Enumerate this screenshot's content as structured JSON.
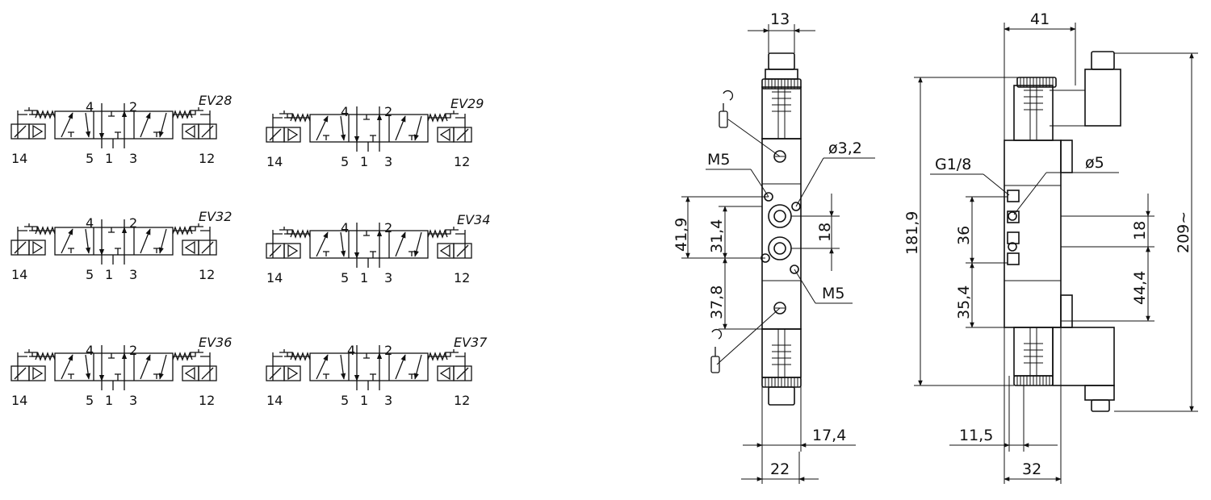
{
  "symbols": [
    {
      "name": "EV28",
      "ports": {
        "p4": "4",
        "p2": "2",
        "p14": "14",
        "p5": "5",
        "p1": "1",
        "p3": "3",
        "p12": "12"
      }
    },
    {
      "name": "EV29",
      "ports": {
        "p4": "4",
        "p2": "2",
        "p14": "14",
        "p5": "5",
        "p1": "1",
        "p3": "3",
        "p12": "12"
      }
    },
    {
      "name": "EV32",
      "ports": {
        "p4": "4",
        "p2": "2",
        "p14": "14",
        "p5": "5",
        "p1": "1",
        "p3": "3",
        "p12": "12"
      }
    },
    {
      "name": "EV34",
      "ports": {
        "p4": "4",
        "p2": "2",
        "p14": "14",
        "p5": "5",
        "p1": "1",
        "p3": "3",
        "p12": "12"
      }
    },
    {
      "name": "EV36",
      "ports": {
        "p4": "4",
        "p2": "2",
        "p14": "14",
        "p5": "5",
        "p1": "1",
        "p3": "3",
        "p12": "12"
      }
    },
    {
      "name": "EV37",
      "ports": {
        "p4": "4",
        "p2": "2",
        "p14": "14",
        "p5": "5",
        "p1": "1",
        "p3": "3",
        "p12": "12"
      }
    }
  ],
  "front_view": {
    "width_top": "13",
    "thread_upper": "M5",
    "hole_dia": "ø3,2",
    "dim_41_9": "41,9",
    "dim_31_4": "31,4",
    "dim_18": "18",
    "dim_37_8": "37,8",
    "thread_lower": "M5",
    "dim_17_4": "17,4",
    "dim_22": "22"
  },
  "side_view": {
    "width_top": "41",
    "port_thread": "G1/8",
    "hole_dia": "ø5",
    "dim_181_9": "181,9",
    "dim_36": "36",
    "dim_35_4": "35,4",
    "dim_18": "18",
    "dim_44_4": "44,4",
    "dim_209": "209~",
    "dim_11_5": "11,5",
    "dim_32": "32"
  }
}
